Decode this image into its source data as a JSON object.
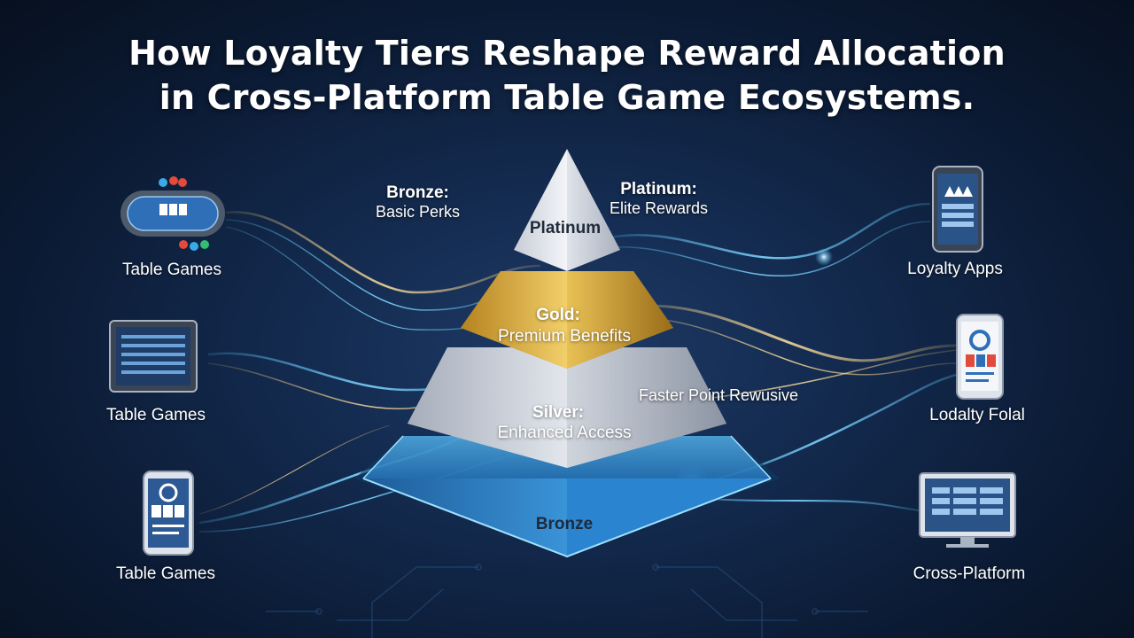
{
  "title": {
    "line1": "How Loyalty Tiers Reshape Reward Allocation",
    "line2": "in Cross-Platform Table Game Ecosystems."
  },
  "pyramid": {
    "platinum": {
      "name": "Platinum"
    },
    "gold": {
      "name": "Gold:",
      "desc": "Premium Benefits"
    },
    "silver": {
      "name": "Silver:",
      "desc": "Enhanced Access"
    },
    "bronze": {
      "name": "Bronze"
    }
  },
  "annotations": {
    "bronze": {
      "heading": "Bronze:",
      "desc": "Basic Perks"
    },
    "platinum": {
      "heading": "Platinum:",
      "desc": "Elite Rewards"
    },
    "faster": "Faster Point Rewusive"
  },
  "left_nodes": [
    {
      "label": "Table Games",
      "icon": "poker-table-icon"
    },
    {
      "label": "Table Games",
      "icon": "tablet-icon"
    },
    {
      "label": "Table Games",
      "icon": "phone-icon"
    }
  ],
  "right_nodes": [
    {
      "label": "Loyalty Apps",
      "icon": "phone-icon"
    },
    {
      "label": "Lodalty Folal",
      "icon": "phone-icon"
    },
    {
      "label": "Cross-Platform",
      "icon": "monitor-icon"
    }
  ],
  "colors": {
    "background": "#0b1a33",
    "platinum": "#e4e7ee",
    "gold": "#d9a630",
    "silver": "#c9ced8",
    "bronze": "#3fa6e8",
    "flow_blue": "#5ac8ff",
    "flow_gold": "#ffd27a"
  }
}
